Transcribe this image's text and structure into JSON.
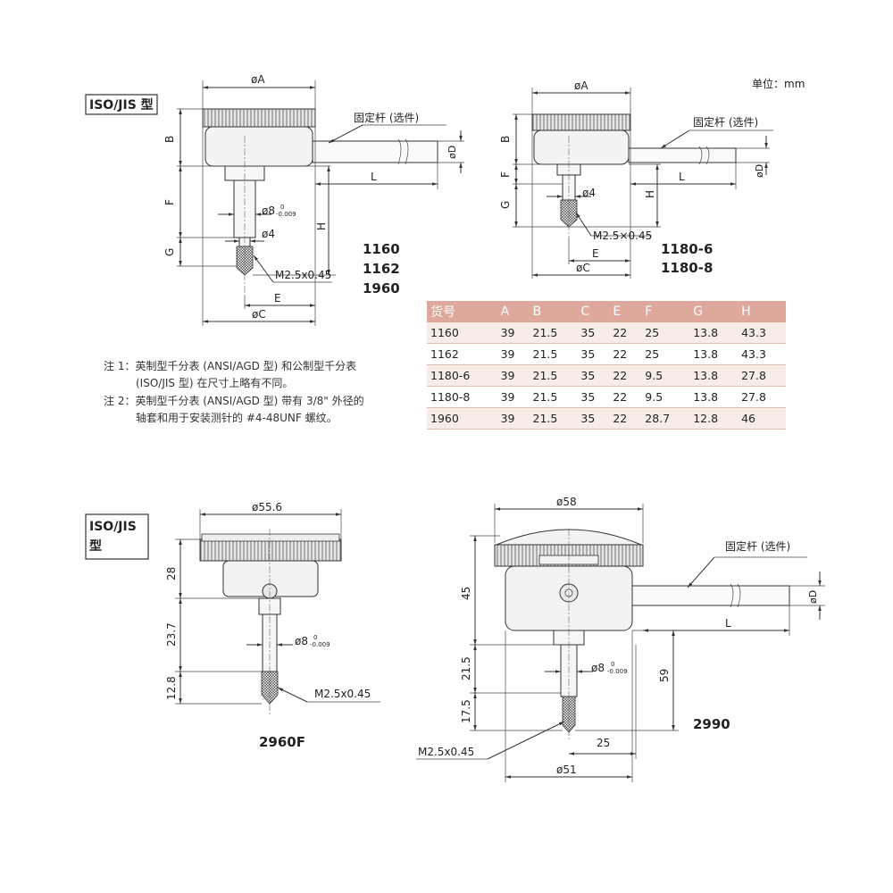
{
  "unit": "单位：mm",
  "section1_tag": "ISO/JIS 型",
  "section2_tag_line1": "ISO/JIS",
  "section2_tag_line2": "型",
  "labels": {
    "oA": "øA",
    "oC": "øC",
    "oD": "øD",
    "B": "B",
    "F": "F",
    "G": "G",
    "H": "H",
    "E": "E",
    "L": "L",
    "o4": "ø4",
    "o8": "ø8",
    "tol_upper": "0",
    "tol_lower": "-0.009",
    "m25": "M2.5x0.45",
    "m25x": "M2.5×0.45",
    "rod": "固定杆 (选件)",
    "o556": "ø55.6",
    "o58": "ø58",
    "o51": "ø51",
    "d28": "28",
    "d237": "23.7",
    "d128": "12.8",
    "d45": "45",
    "d215": "21.5",
    "d175": "17.5",
    "d59": "59",
    "d25": "25"
  },
  "models": {
    "m1": [
      "1160",
      "1162",
      "1960"
    ],
    "m2": [
      "1180-6",
      "1180-8"
    ],
    "m3": "2960F",
    "m4": "2990"
  },
  "table": {
    "headers": [
      "货号",
      "A",
      "B",
      "C",
      "E",
      "F",
      "G",
      "H"
    ],
    "rows": [
      [
        "1160",
        "39",
        "21.5",
        "35",
        "22",
        "25",
        "13.8",
        "43.3"
      ],
      [
        "1162",
        "39",
        "21.5",
        "35",
        "22",
        "25",
        "13.8",
        "43.3"
      ],
      [
        "1180-6",
        "39",
        "21.5",
        "35",
        "22",
        "9.5",
        "13.8",
        "27.8"
      ],
      [
        "1180-8",
        "39",
        "21.5",
        "35",
        "22",
        "9.5",
        "13.8",
        "27.8"
      ],
      [
        "1960",
        "39",
        "21.5",
        "35",
        "22",
        "28.7",
        "12.8",
        "46"
      ]
    ]
  },
  "notes": [
    "注 1：英制型千分表 (ANSI/AGD 型) 和公制型千分表",
    "(ISO/JIS 型) 在尺寸上略有不同。",
    "注 2：英制型千分表 (ANSI/AGD 型) 带有 3/8\" 外径的",
    "轴套和用于安装测针的 #4-48UNF 螺纹。"
  ]
}
